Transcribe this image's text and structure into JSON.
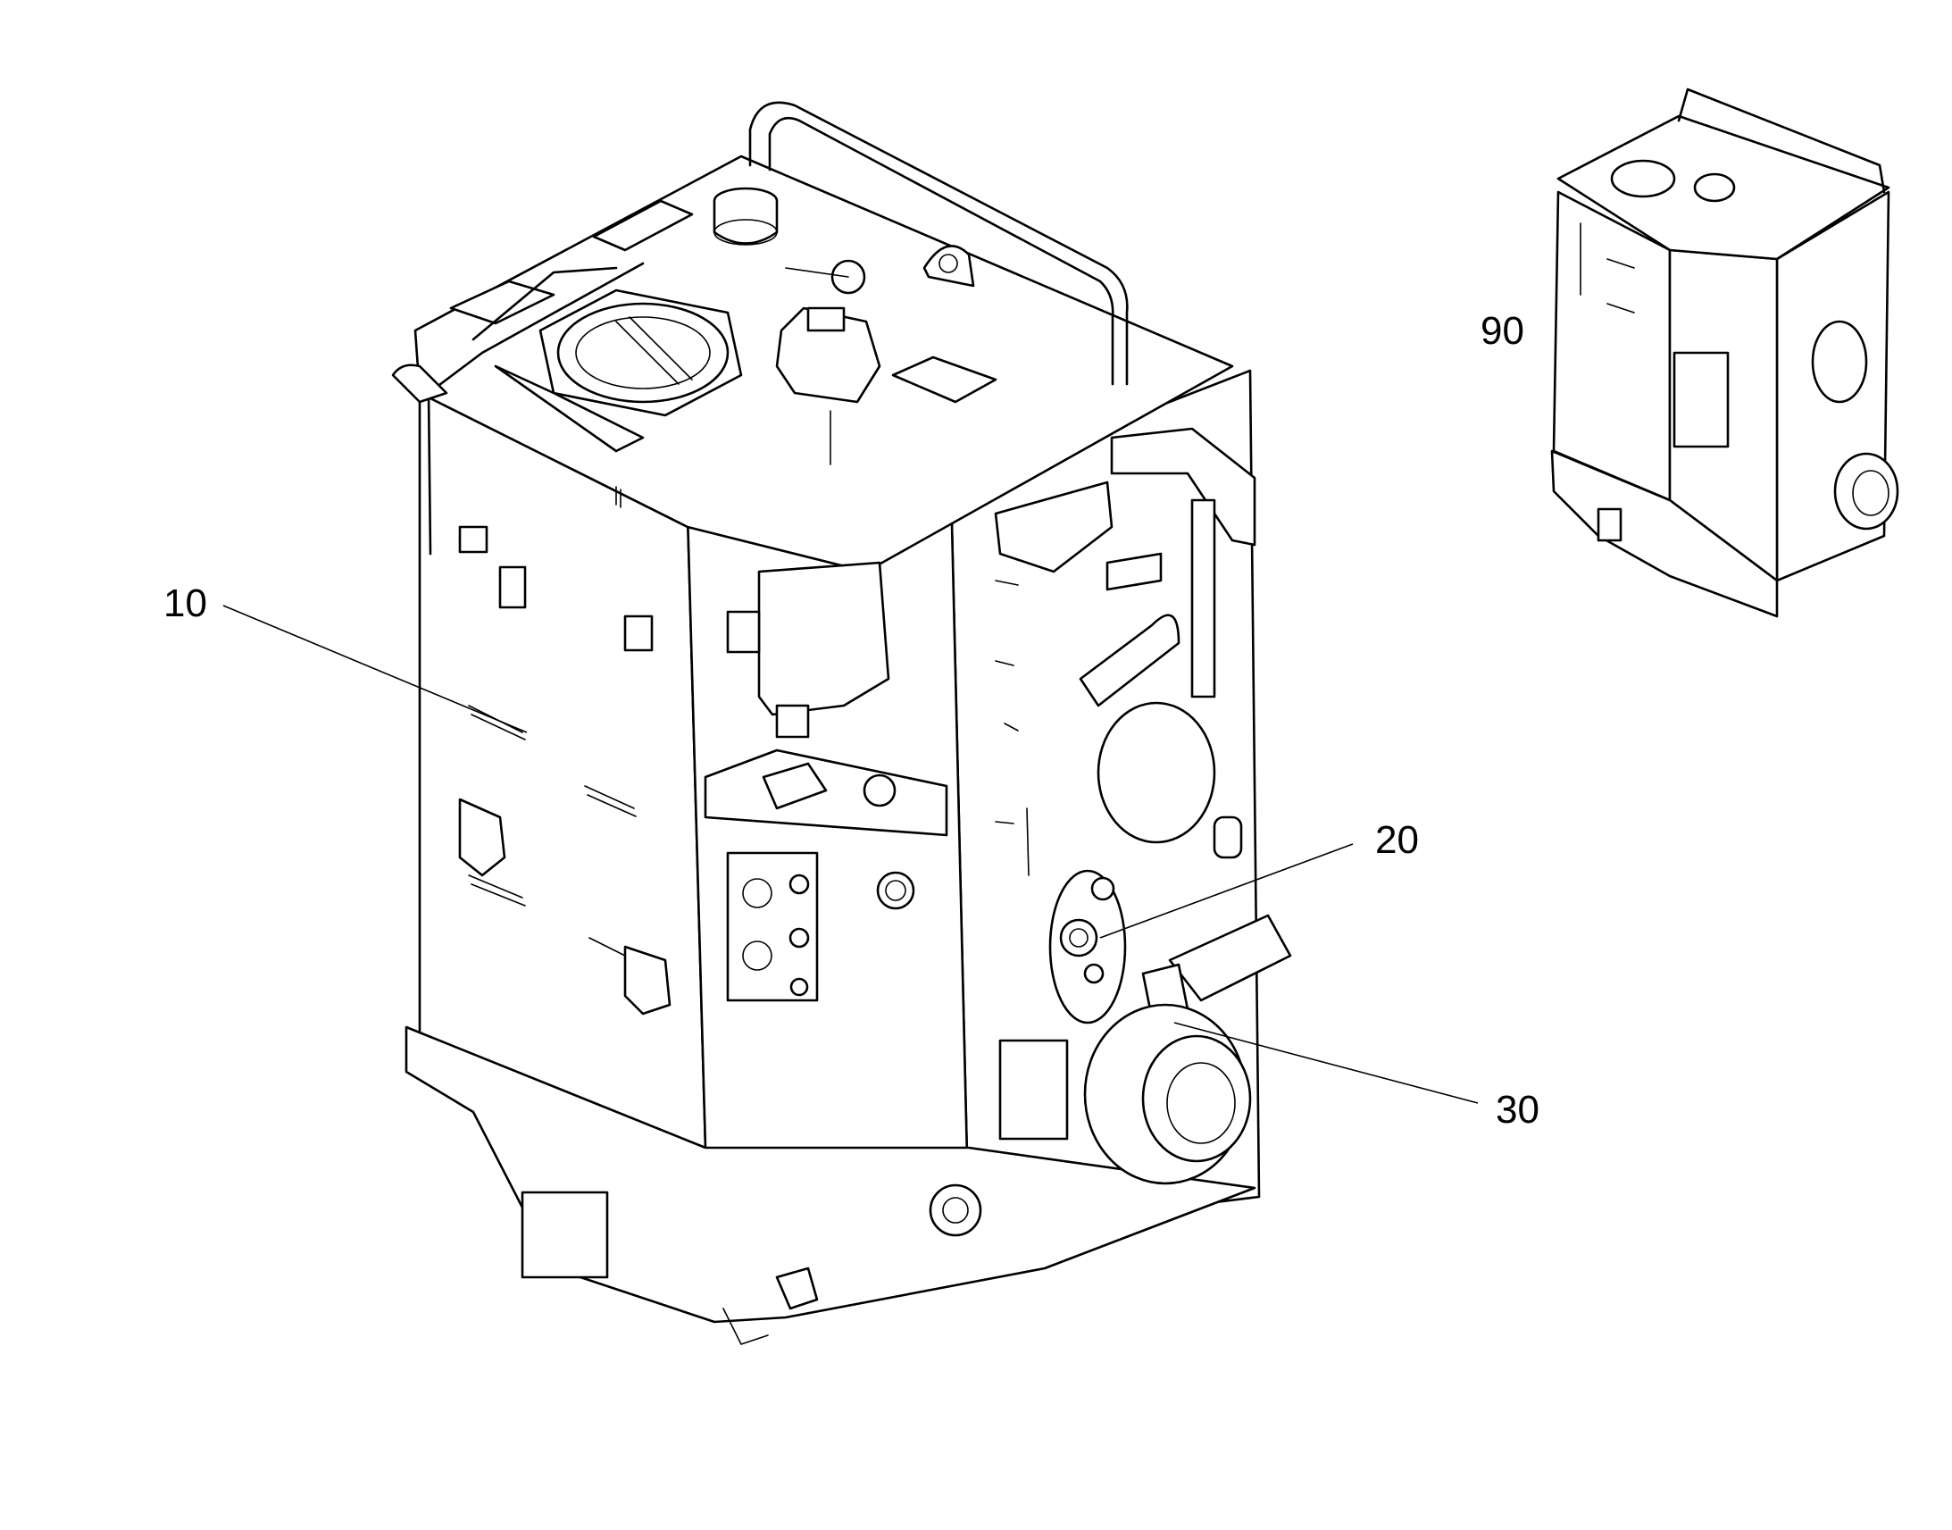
{
  "callouts": [
    {
      "id": "10",
      "label": "10"
    },
    {
      "id": "20",
      "label": "20"
    },
    {
      "id": "30",
      "label": "30"
    },
    {
      "id": "90",
      "label": "90"
    }
  ],
  "colors": {
    "line": "#000000",
    "background": "#ffffff"
  }
}
